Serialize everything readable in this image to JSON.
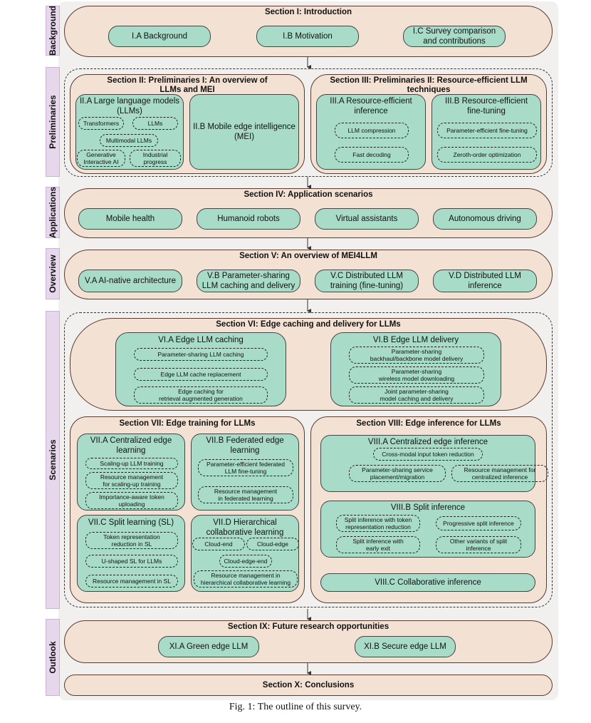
{
  "sidebar": {
    "background": "Background",
    "preliminaries": "Preliminaries",
    "applications": "Applications",
    "overview": "Overview",
    "scenarios": "Scenarios",
    "outlook": "Outlook"
  },
  "s1": {
    "title": "Section I: Introduction",
    "a": "I.A Background",
    "b": "I.B Motivation",
    "c": "I.C Survey comparison\nand contributions"
  },
  "s2": {
    "title": "Section II: Preliminaries I: An overview of\nLLMs and MEI",
    "a_title": "II.A Large language models\n(LLMs)",
    "a_chips": [
      "Transformers",
      "LLMs",
      "Multimodal LLMs",
      "Generative\nInteractive AI",
      "Industrial\nprogress"
    ],
    "b": "II.B Mobile edge intelligence\n(MEI)"
  },
  "s3": {
    "title": "Section III: Preliminaries II: Resource-efficient LLM\ntechniques",
    "a_title": "III.A Resource-efficient\ninference",
    "a_chips": [
      "LLM compression",
      "Fast decoding"
    ],
    "b_title": "III.B Resource-efficient\nfine-tuning",
    "b_chips": [
      "Parameter-efficient fine-tuning",
      "Zeroth-order optimization"
    ]
  },
  "s4": {
    "title": "Section IV: Application scenarios",
    "items": [
      "Mobile health",
      "Humanoid robots",
      "Virtual assistants",
      "Autonomous driving"
    ]
  },
  "s5": {
    "title": "Section V: An overview of MEI4LLM",
    "items": [
      "V.A AI-native architecture",
      "V.B Parameter-sharing\nLLM caching and delivery",
      "V.C Distributed LLM\ntraining (fine-tuning)",
      "V.D Distributed LLM\ninference"
    ]
  },
  "s6": {
    "title": "Section VI: Edge caching and delivery for LLMs",
    "a_title": "VI.A Edge LLM caching",
    "a_chips": [
      "Parameter-sharing LLM caching",
      "Edge LLM cache replacement",
      "Edge caching for\nretrieval augmented generation"
    ],
    "b_title": "VI.B Edge LLM delivery",
    "b_chips": [
      "Parameter-sharing\nbackhaul/backbone model delivery",
      "Parameter-sharing\nwireless model downloading",
      "Joint parameter-sharing\nmodel caching and delivery"
    ]
  },
  "s7": {
    "title": "Section VII: Edge training for LLMs",
    "a_title": "VII.A Centralized edge\nlearning",
    "a_chips": [
      "Scaling-up LLM training",
      "Resource management\nfor scaling-up training",
      "Importance-aware token\nuploading"
    ],
    "b_title": "VII.B Federated edge\nlearning",
    "b_chips": [
      "Parameter-efficient federated\nLLM fine-tuning",
      "Resource management\nin federated learning"
    ],
    "c_title": "VII.C Split learning (SL)",
    "c_chips": [
      "Token representation\nreduction in SL",
      "U-shaped SL for LLMs",
      "Resource management in SL"
    ],
    "d_title": "VII.D Hierarchical\ncollaborative learning",
    "d_chips": [
      "Cloud-end",
      "Cloud-edge",
      "Cloud-edge-end",
      "Resource management in\nhierarchical collaborative learning"
    ]
  },
  "s8": {
    "title": "Section VIII: Edge inference for LLMs",
    "a_title": "VIII.A Centralized edge inference",
    "a_chips": [
      "Cross-modal input token reduction",
      "Parameter-sharing service\nplacement/migration",
      "Resource management for\ncentralized inference"
    ],
    "b_title": "VIII.B Split inference",
    "b_chips": [
      "Split inference with token\nrepresentation reduction",
      "Progressive split inference",
      "Split inference with\nearly exit",
      "Other variants of split\ninference"
    ],
    "c": "VIII.C Collaborative inference"
  },
  "s9": {
    "title": "Section IX: Future research opportunities",
    "items": [
      "XI.A Green edge LLM",
      "XI.B Secure edge LLM"
    ]
  },
  "s10": {
    "title": "Section X: Conclusions"
  },
  "caption": "Fig. 1: The outline of this survey.",
  "colors": {
    "section_fill": "#f3e1d3",
    "box_fill": "#a8dcc9",
    "sidebar_fill": "#e7d7ec",
    "border": "#5a3b2e"
  }
}
